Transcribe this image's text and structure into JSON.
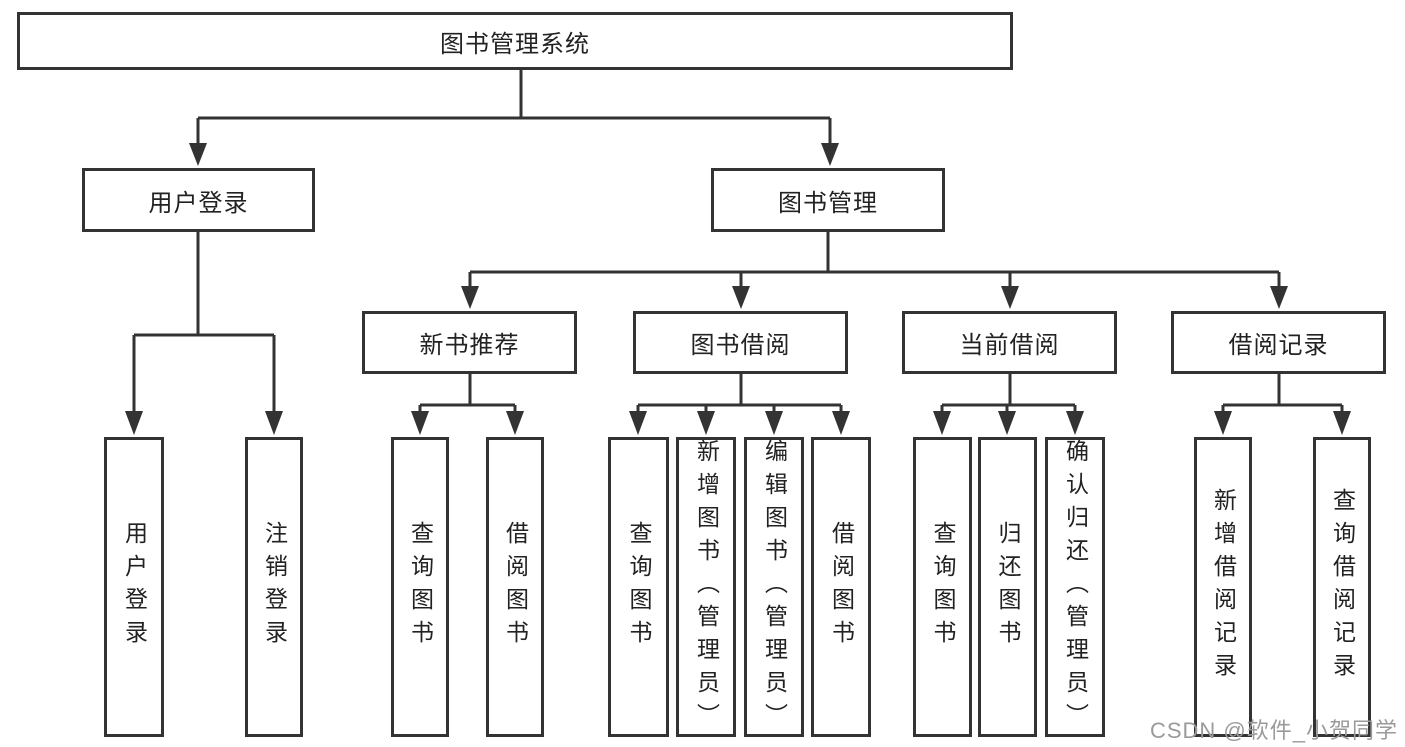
{
  "diagram": {
    "title_node": "图书管理系统",
    "tree": {
      "root": "图书管理系统",
      "branches": [
        {
          "label": "用户登录",
          "leaves": [
            "用户登录",
            "注销登录"
          ]
        },
        {
          "label": "图书管理",
          "groups": [
            {
              "label": "新书推荐",
              "leaves": [
                "查询图书",
                "借阅图书"
              ]
            },
            {
              "label": "图书借阅",
              "leaves": [
                "查询图书",
                "新增图书（管理员）",
                "编辑图书（管理员）",
                "借阅图书"
              ]
            },
            {
              "label": "当前借阅",
              "leaves": [
                "查询图书",
                "归还图书",
                "确认归还（管理员）"
              ]
            },
            {
              "label": "借阅记录",
              "leaves": [
                "新增借阅记录",
                "查询借阅记录"
              ]
            }
          ]
        }
      ]
    },
    "colors": {
      "line": "#333333",
      "box_border": "#333333",
      "text": "#222222",
      "background": "#ffffff",
      "watermark": "#9a9a9a"
    }
  },
  "watermark": {
    "text": "CSDN @软件_小贺同学"
  }
}
